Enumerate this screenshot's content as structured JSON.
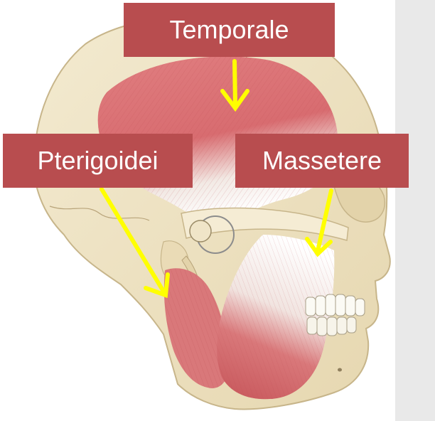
{
  "labels": {
    "temporale": "Temporale",
    "pterigoidei": "Pterigoidei",
    "massetere": "Massetere"
  },
  "colors": {
    "label_background": "#b84d4f",
    "label_text": "#ffffff",
    "arrow": "#ffff00",
    "muscle": "#d9787a",
    "bone": "#efe4c4",
    "side_panel": "#e9e9e9"
  }
}
